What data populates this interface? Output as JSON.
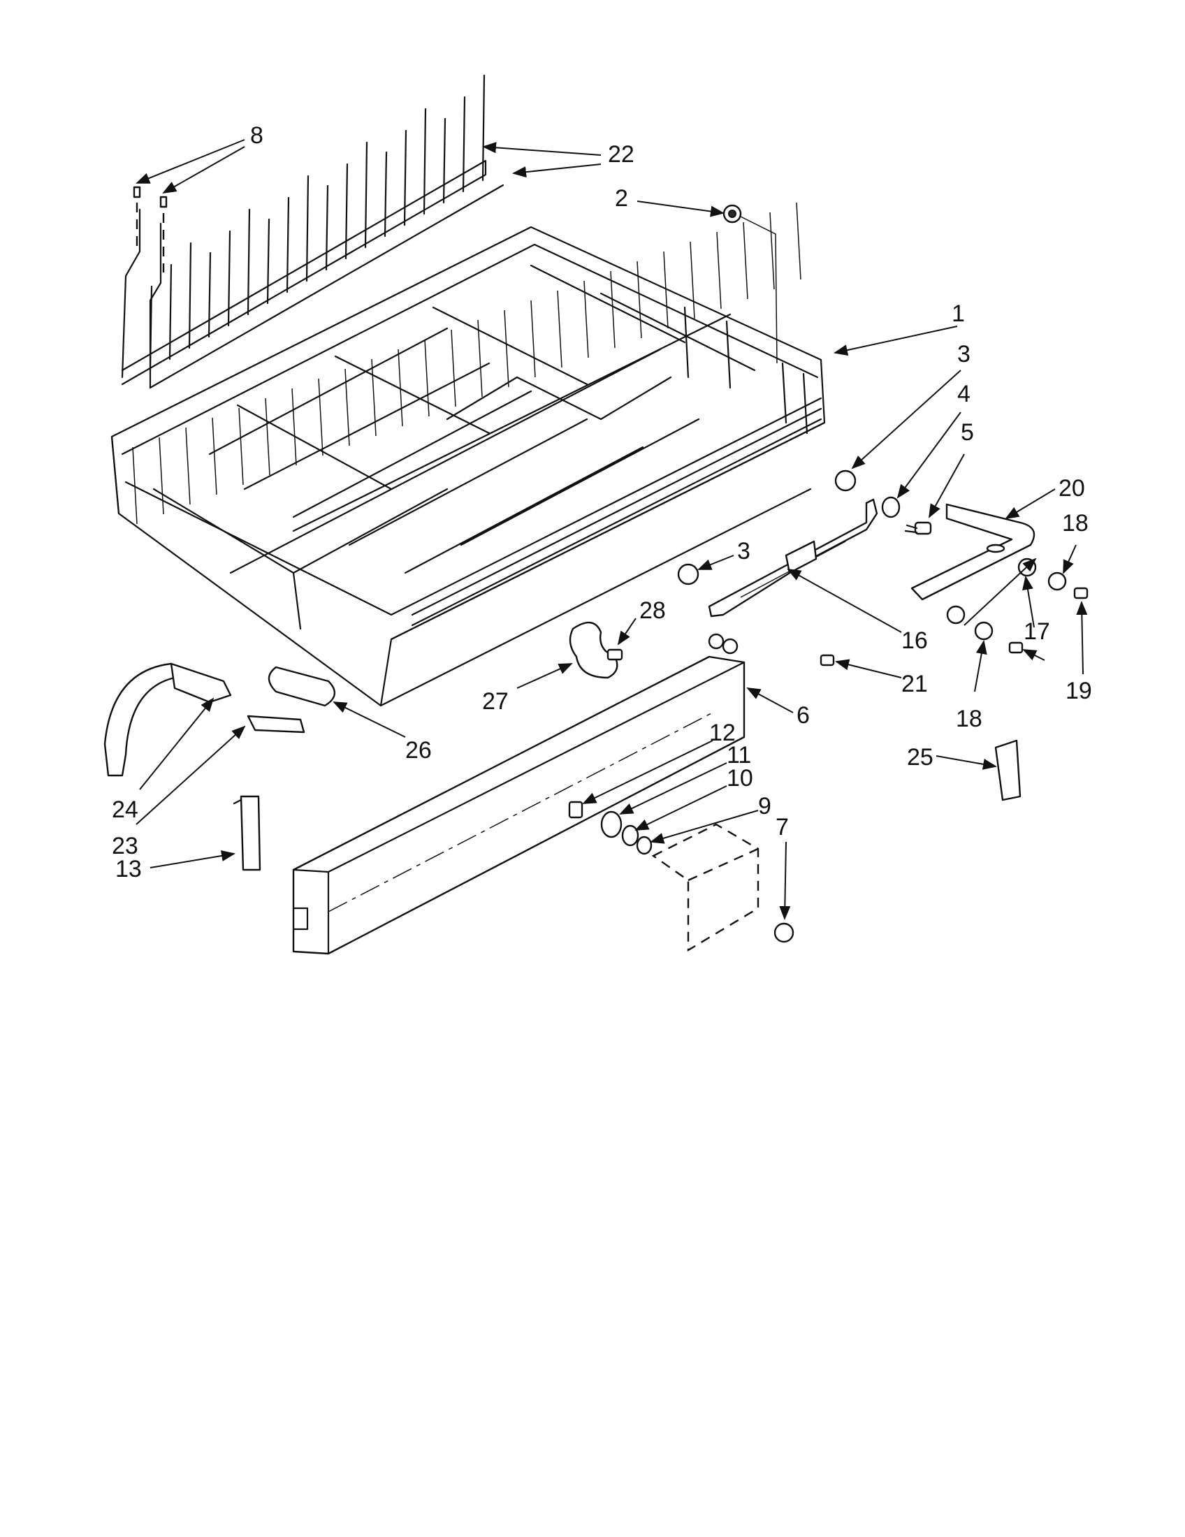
{
  "diagram": {
    "callouts": [
      "1",
      "2",
      "3",
      "3",
      "4",
      "5",
      "6",
      "7",
      "8",
      "9",
      "10",
      "11",
      "12",
      "13",
      "16",
      "17",
      "18",
      "18",
      "19",
      "20",
      "21",
      "22",
      "23",
      "24",
      "25",
      "26",
      "27",
      "28"
    ]
  }
}
